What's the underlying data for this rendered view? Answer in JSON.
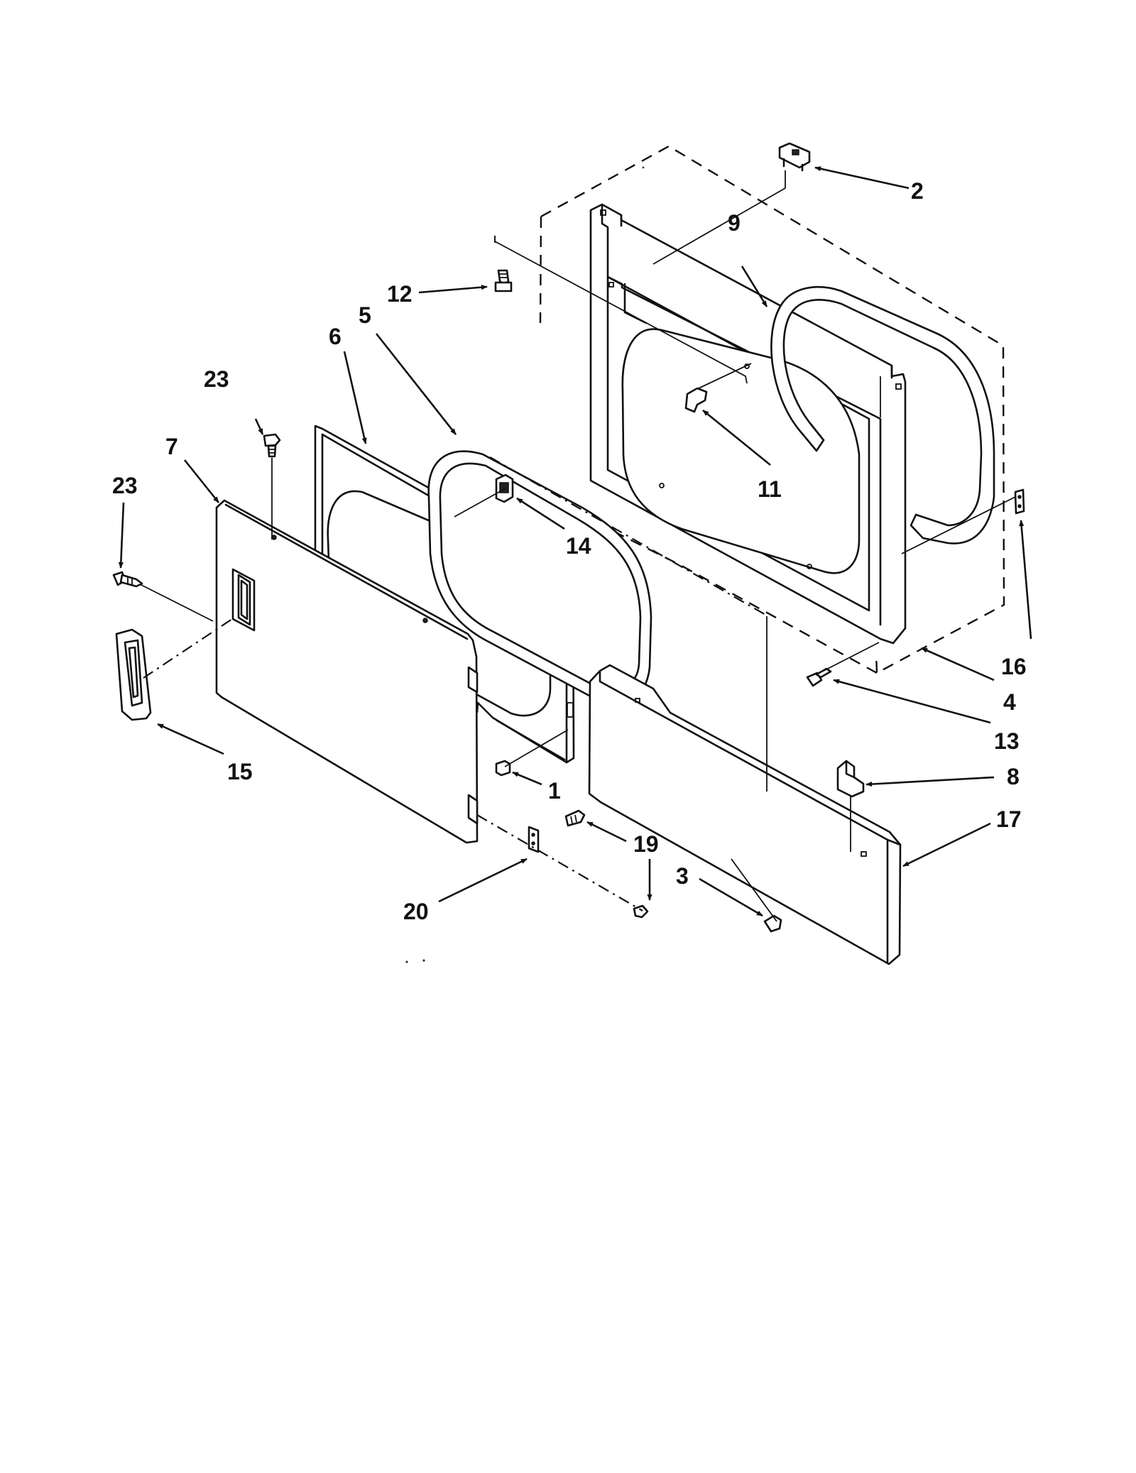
{
  "callouts": {
    "c1": "1",
    "c2": "2",
    "c3": "3",
    "c4": "4",
    "c5": "5",
    "c6": "6",
    "c7": "7",
    "c8": "8",
    "c9": "9",
    "c11": "11",
    "c12": "12",
    "c13": "13",
    "c14": "14",
    "c15": "15",
    "c16": "16",
    "c17": "17",
    "c19": "19",
    "c20": "20",
    "c23a": "23",
    "c23b": "23"
  }
}
